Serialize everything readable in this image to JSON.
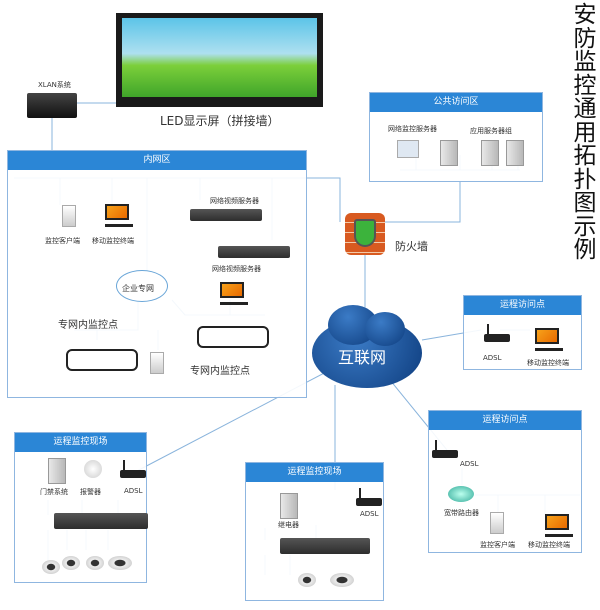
{
  "title": "安防监控通用拓扑图示例",
  "led": {
    "label": "LED显示屏（拼接墙）"
  },
  "xlan": {
    "label": "XLAN系统"
  },
  "inner": {
    "header": "内网区",
    "client": "监控客户端",
    "mobile": "移动监控终端",
    "nvs1": "网络视频服务器",
    "nvs2": "网络视频服务器",
    "cloud": "企业专网",
    "point1": "专网内监控点",
    "point2": "专网内监控点"
  },
  "public": {
    "header": "公共访问区",
    "monitor_server": "网络监控服务器",
    "app_servers": "应用服务器组"
  },
  "firewall": {
    "label": "防火墙"
  },
  "internet": {
    "label": "互联网"
  },
  "remote_access1": {
    "header": "运程访问点",
    "adsl": "ADSL",
    "mobile": "移动监控终端"
  },
  "remote_access2": {
    "header": "运程访问点",
    "adsl": "ADSL",
    "router": "宽带路由器",
    "client": "监控客户端",
    "mobile": "移动监控终端"
  },
  "remote_site1": {
    "header": "运程监控现场",
    "door": "门禁系统",
    "alarm": "报警器",
    "adsl": "ADSL"
  },
  "remote_site2": {
    "header": "运程监控现场",
    "relay": "继电器",
    "adsl": "ADSL"
  }
}
